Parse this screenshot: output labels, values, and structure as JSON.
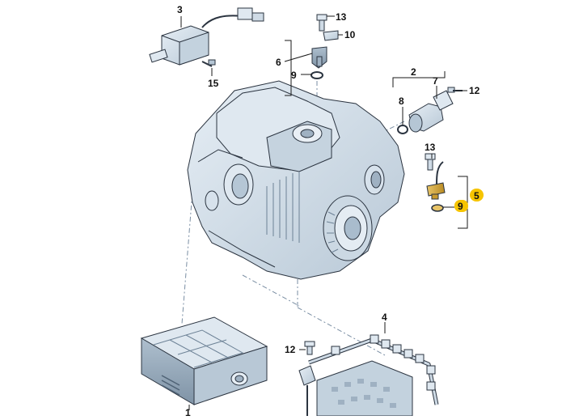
{
  "callouts": [
    {
      "id": "c3",
      "label": "3"
    },
    {
      "id": "c13a",
      "label": "13"
    },
    {
      "id": "c10",
      "label": "10"
    },
    {
      "id": "c6",
      "label": "6"
    },
    {
      "id": "c9a",
      "label": "9"
    },
    {
      "id": "c15",
      "label": "15"
    },
    {
      "id": "c2",
      "label": "2"
    },
    {
      "id": "c7",
      "label": "7"
    },
    {
      "id": "c12a",
      "label": "12"
    },
    {
      "id": "c8",
      "label": "8"
    },
    {
      "id": "c13b",
      "label": "13"
    },
    {
      "id": "c9b",
      "label": "9"
    },
    {
      "id": "c5",
      "label": "5"
    },
    {
      "id": "c4",
      "label": "4"
    },
    {
      "id": "c12b",
      "label": "12"
    },
    {
      "id": "c1",
      "label": "1"
    }
  ],
  "highlight": {
    "color": "#f6c400",
    "items": [
      "c5",
      "c9b"
    ]
  },
  "colors": {
    "metal": "#cfdbe6",
    "metal_dark": "#9fb1c2",
    "outline": "#2b3440"
  }
}
